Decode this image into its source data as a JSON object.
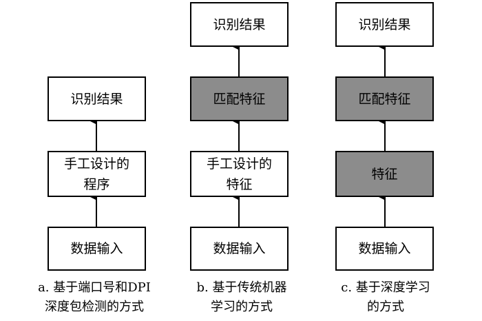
{
  "columns": [
    {
      "id": "a",
      "caption": [
        "a.  基于端口号和DPI",
        "深度包检测的方式"
      ],
      "boxes": [
        {
          "lines": [
            "识别结果"
          ],
          "shaded": false
        },
        {
          "lines": [
            "手工设计的",
            "程序"
          ],
          "shaded": false
        },
        {
          "lines": [
            "数据输入"
          ],
          "shaded": false
        }
      ]
    },
    {
      "id": "b",
      "caption": [
        "b.  基于传统机器",
        "学习的方式"
      ],
      "boxes": [
        {
          "lines": [
            "识别结果"
          ],
          "shaded": false
        },
        {
          "lines": [
            "匹配特征"
          ],
          "shaded": true
        },
        {
          "lines": [
            "手工设计的",
            "特征"
          ],
          "shaded": false
        },
        {
          "lines": [
            "数据输入"
          ],
          "shaded": false
        }
      ]
    },
    {
      "id": "c",
      "caption": [
        "c.  基于深度学习",
        "的方式"
      ],
      "boxes": [
        {
          "lines": [
            "识别结果"
          ],
          "shaded": false
        },
        {
          "lines": [
            "匹配特征"
          ],
          "shaded": true
        },
        {
          "lines": [
            "特征"
          ],
          "shaded": false
        },
        {
          "lines": [
            "数据输入"
          ],
          "shaded": false
        }
      ]
    }
  ],
  "colors": {
    "box_fill": "#ffffff",
    "shaded_fill": "#8c8c8c",
    "line": "#000000"
  }
}
